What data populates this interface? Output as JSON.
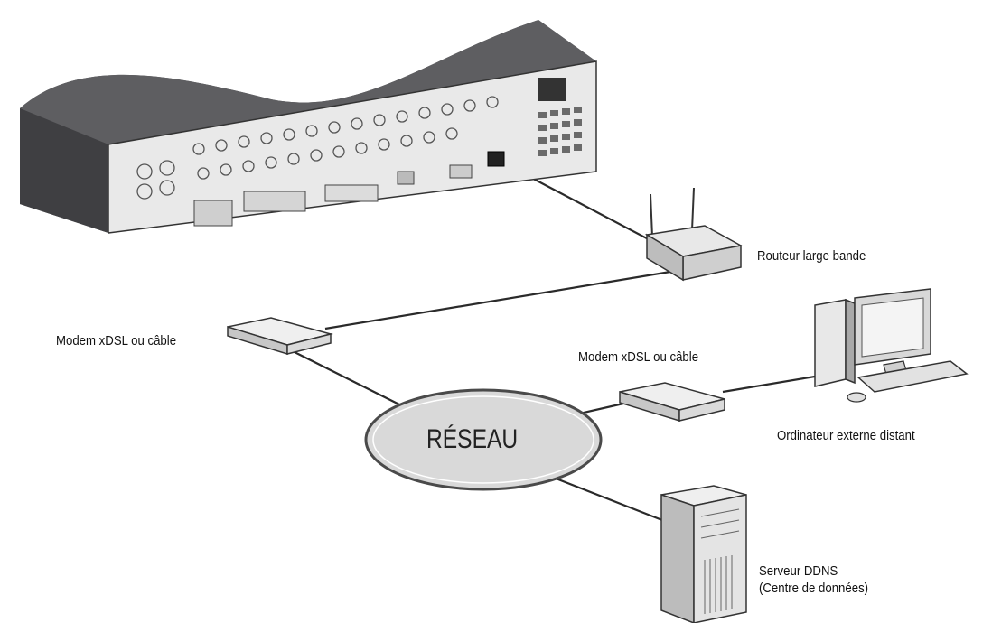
{
  "labels": {
    "router": "Routeur large bande",
    "modem_left": "Modem xDSL ou câble",
    "modem_right": "Modem xDSL ou câble",
    "network": "RÉSEAU",
    "remote_pc": "Ordinateur externe distant",
    "ddns_line1": "Serveur DDNS",
    "ddns_line2": "(Centre de données)"
  },
  "colors": {
    "line": "#2a2a2a",
    "device_dark": "#5a5a5c",
    "device_light": "#e6e6e6",
    "network_fill": "#d9d9d9"
  }
}
